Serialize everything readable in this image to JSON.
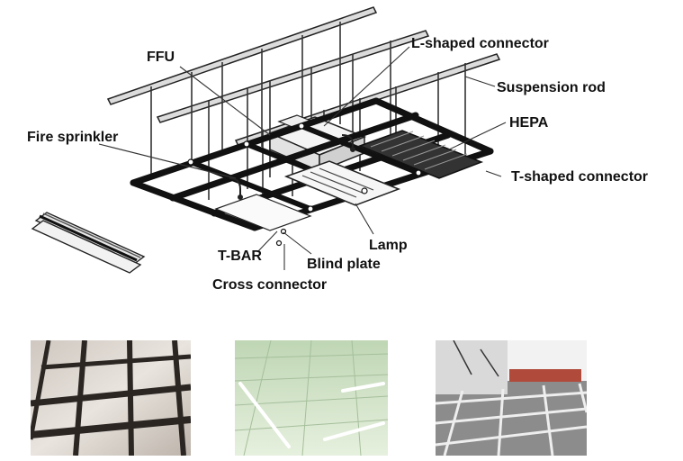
{
  "labels": {
    "ffu": "FFU",
    "l_connector": "L-shaped connector",
    "suspension_rod": "Suspension rod",
    "hepa": "HEPA",
    "fire_sprinkler": "Fire sprinkler",
    "t_connector": "T-shaped connector",
    "lamp": "Lamp",
    "t_bar": "T-BAR",
    "blind_plate": "Blind plate",
    "cross_connector": "Cross connector"
  },
  "photos": [
    {
      "name": "photo-ceiling-grid-closeup",
      "subject": "Installed T-bar ceiling grid viewed from below"
    },
    {
      "name": "photo-cleanroom-ceiling-lights",
      "subject": "Cleanroom ceiling panels with linear lamps"
    },
    {
      "name": "photo-ceiling-grid-installation",
      "subject": "Ceiling grid frame during installation"
    }
  ],
  "colors": {
    "frame": "#111111",
    "structure": "#222222",
    "panel_fill": "#f2f2f2",
    "leader": "#333333"
  }
}
